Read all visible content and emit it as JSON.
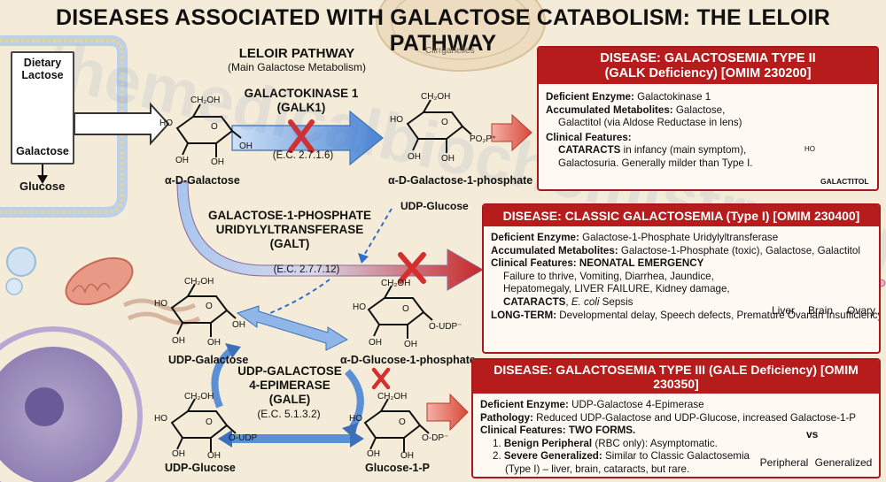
{
  "title": "DISEASES ASSOCIATED WITH GALACTOSE CATABOLISM: THE LELOIR PATHWAY",
  "watermark": "themedicalbiochemistrypage.org",
  "organelle_label": "Clirrganelles",
  "lactose_box": {
    "top": "Dietary",
    "top2": "Lactose",
    "bottom": "Galactose"
  },
  "glucose_label": "Glucose",
  "pathway": {
    "title": "LELOIR PATHWAY",
    "subtitle": "(Main Galactose Metabolism)"
  },
  "molecules": {
    "galactose": "α-D-Galactose",
    "gal1p": "α-D-Galactose-1-phosphate",
    "udp_galactose": "UDP-Galactose",
    "glc1p": "α-D-Glucose-1-phosphate",
    "udp_glucose_bottom": "UDP-Glucose",
    "glucose1p": "Glucose-1-P",
    "udp_glucose_label": "UDP-Glucose"
  },
  "chem_text": {
    "ch2oh": "CH₂OH",
    "ho": "HO",
    "oh": "OH",
    "o": "O",
    "po2p": "PO₂P⁺",
    "udp_minus": "O-UDP⁻",
    "o_udp": "O-UDP",
    "o_dp": "O-DP⁻",
    "galactitol": "GALACTITOL"
  },
  "enzymes": {
    "galk": {
      "line1": "GALACTOKINASE 1",
      "line2": "(GALK1)",
      "ec": "(E.C. 2.7.1.6)"
    },
    "galt": {
      "line1": "GALACTOSE-1-PHOSPHATE",
      "line2": "URIDYLYLTRANSFERASE",
      "line3": "(GALT)",
      "ec": "(E.C. 2.7.7.12)"
    },
    "gale": {
      "line1": "UDP-GALACTOSE",
      "line2": "4-EPIMERASE",
      "line3": "(GALE)",
      "ec": "(E.C. 5.1.3.2)"
    }
  },
  "disease2": {
    "head1": "DISEASE: GALACTOSEMIA TYPE II",
    "head2": "(GALK Deficiency) [OMIM 230200]",
    "enzyme_label": "Deficient Enzyme:",
    "enzyme": "Galactokinase 1",
    "metab_label": "Accumulated Metabolites:",
    "metab1": "Galactose,",
    "metab2": "Galactitol (via Aldose Reductase in lens)",
    "clin_label": "Clinical Features:",
    "clin1_bold": "CATARACTS",
    "clin1": " in infancy (main symptom),",
    "clin2": "Galactosuria. Generally milder than Type I."
  },
  "disease1": {
    "head": "DISEASE: CLASSIC GALACTOSEMIA (Type I) [OMIM 230400]",
    "enzyme_label": "Deficient Enzyme:",
    "enzyme": "Galactose-1-Phosphate Uridylyltransferase",
    "metab_label": "Accumulated Metabolites:",
    "metab": "Galactose-1-Phosphate (toxic), Galactose, Galactitol",
    "clin_label": "Clinical Features:",
    "clin_bold": "NEONATAL EMERGENCY",
    "clin1": "Failure to thrive, Vomiting, Diarrhea, Jaundice,",
    "clin2a": "Hepatomegaly, ",
    "clin2b": "LIVER FAILURE",
    "clin2c": ", Kidney damage,",
    "clin3a": "CATARACTS",
    "clin3b": ", ",
    "clin3c": "E. coli",
    "clin3d": " Sepsis",
    "long_label": "LONG-TERM:",
    "long": "Developmental delay, Speech defects, Premature Ovarian Insufficiency",
    "organs": [
      "Liver",
      "Brain",
      "Ovary"
    ]
  },
  "disease3": {
    "head": "DISEASE: GALACTOSEMIA TYPE III (GALE Deficiency) [OMIM 230350]",
    "enzyme_label": "Deficient Enzyme:",
    "enzyme": "UDP-Galactose 4-Epimerase",
    "path_label": "Pathology:",
    "path": "Reduced UDP-Galactose and UDP-Glucose, increased Galactose-1-P",
    "clin_label": "Clinical Features:",
    "clin_bold": "TWO FORMS.",
    "f1_num": "1.",
    "f1_bold": "Benign Peripheral",
    "f1": " (RBC only): Asymptomatic.",
    "f2_num": "2.",
    "f2_bold": "Severe Generalized:",
    "f2a": " Similar to Classic Galactosemia",
    "f2b": "(Type I) – liver, brain, cataracts, but rare.",
    "vs": "vs",
    "cells": [
      "Peripheral",
      "Generalized"
    ]
  },
  "colors": {
    "disease_red": "#b71c1c",
    "arrow_blue": "#5b8fd6",
    "cross_red": "#d32f2f"
  }
}
